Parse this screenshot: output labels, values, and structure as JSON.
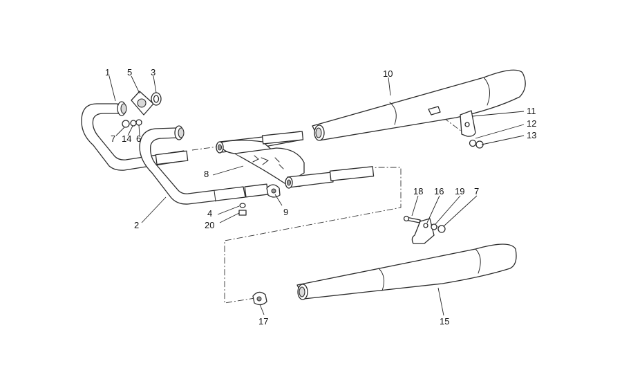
{
  "callouts": {
    "c1": "1",
    "c2": "2",
    "c3": "3",
    "c4": "4",
    "c5": "5",
    "c6": "6",
    "c7a": "7",
    "c7b": "7",
    "c8": "8",
    "c9": "9",
    "c10": "10",
    "c11": "11",
    "c12": "12",
    "c13": "13",
    "c14": "14",
    "c15": "15",
    "c16": "16",
    "c17": "17",
    "c18": "18",
    "c19": "19",
    "c20": "20"
  },
  "colors": {
    "line": "#2b2b2b",
    "background": "#ffffff",
    "shade": "#d9d9d9"
  }
}
